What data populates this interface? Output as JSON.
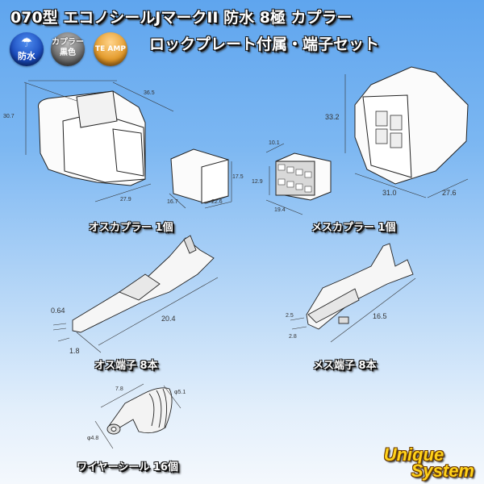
{
  "header": {
    "title_line1": "070型 エコノシールJマークII 防水 8極 カプラー",
    "title_line2": "ロックプレート付属・端子セット"
  },
  "badges": [
    {
      "icon": "umbrella-icon",
      "label": "防水",
      "color": "#1a4bbd"
    },
    {
      "label_top": "カプラー",
      "label_bottom": "黒色",
      "color": "#6e6e6e"
    },
    {
      "label": "TE AMP",
      "color": "#e39a2a"
    }
  ],
  "parts": {
    "male_coupler": {
      "label": "オスカプラー 1個",
      "dims": {
        "height": "30.7",
        "length": "36.5",
        "width": "27.9"
      },
      "retainer_dims": {
        "height": "17.5",
        "width": "22.6",
        "depth": "16.7"
      }
    },
    "female_coupler": {
      "label": "メスカプラー 1個",
      "dims": {
        "height": "33.2",
        "width": "31.0",
        "depth": "27.6"
      },
      "lock_plate_dims": {
        "depth": "10.1",
        "height": "12.9",
        "width": "19.4"
      }
    },
    "male_terminal": {
      "label": "オス端子 8本",
      "dims": {
        "thickness": "0.64",
        "width": "1.8",
        "length": "20.4"
      }
    },
    "female_terminal": {
      "label": "メス端子 8本",
      "dims": {
        "height": "2.5",
        "width": "2.8",
        "length": "16.5"
      }
    },
    "wire_seal": {
      "label": "ワイヤーシール 16個",
      "dims": {
        "length": "7.8",
        "outer_dia": "φ5.1",
        "inner_dia": "φ4.8"
      }
    }
  },
  "logo": {
    "line1": "Unique",
    "line2": "System"
  }
}
